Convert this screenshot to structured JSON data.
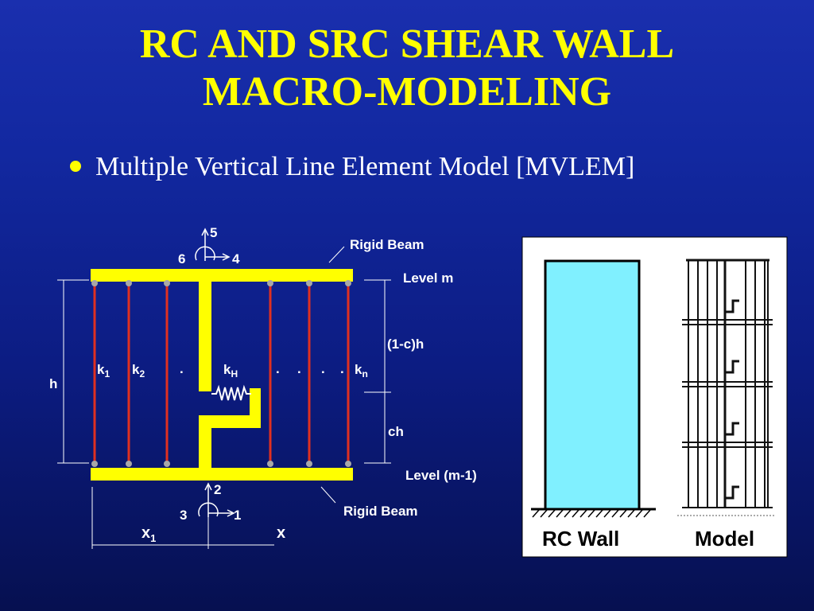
{
  "title": {
    "line1": "RC AND SRC SHEAR WALL",
    "line2": "MACRO-MODELING"
  },
  "bullet": {
    "text": "Multiple Vertical Line Element Model [MVLEM]"
  },
  "diagram": {
    "dof_top": {
      "up": "5",
      "left": "6",
      "right": "4"
    },
    "dof_bottom": {
      "up": "2",
      "left": "3",
      "right": "1"
    },
    "label_rigid_beam_top": "Rigid Beam",
    "label_rigid_beam_bottom": "Rigid Beam",
    "label_level_top": "Level m",
    "label_level_bottom": "Level (m-1)",
    "label_upper_height": "(1-c)h",
    "label_lower_height": "ch",
    "label_height": "h",
    "k1": {
      "base": "k",
      "sub": "1"
    },
    "k2": {
      "base": "k",
      "sub": "2"
    },
    "kH": {
      "base": "k",
      "sub": "H"
    },
    "kn": {
      "base": "k",
      "sub": "n"
    },
    "x1": {
      "base": "x",
      "sub": "1"
    },
    "x": "x",
    "dots": ".",
    "colors": {
      "beam": "#ffff00",
      "springs": "#e03020",
      "nodes": "#a8a8a8"
    }
  },
  "figure": {
    "caption_left": "RC Wall",
    "caption_right": "Model",
    "colors": {
      "wall": "#80f0ff"
    }
  }
}
